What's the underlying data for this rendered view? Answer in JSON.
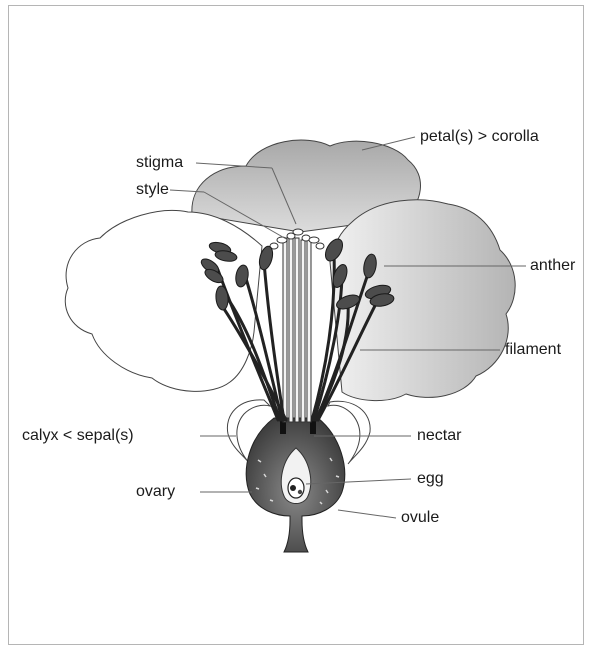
{
  "diagram": {
    "labels": {
      "petal": "petal(s) > corolla",
      "stigma": "stigma",
      "style": "style",
      "anther": "anther",
      "filament": "filament",
      "calyx": "calyx < sepal(s)",
      "nectar": "nectar",
      "egg": "egg",
      "ovary": "ovary",
      "ovule": "ovule"
    }
  }
}
